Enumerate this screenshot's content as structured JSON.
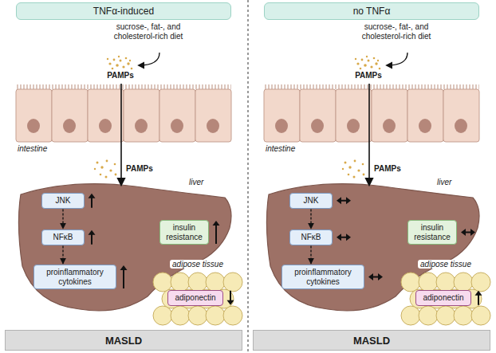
{
  "diagram": {
    "nodes": [
      {
        "text": [
          "TNFα-induced"
        ]
      },
      {
        "text": [
          "liver"
        ]
      },
      {
        "text": [
          "JNK"
        ],
        "in": 1
      },
      {
        "text": [
          "NFκB"
        ],
        "in": 1
      },
      {
        "text": [
          "proinflammatory cytokines"
        ],
        "in": 1
      },
      {
        "text": [
          "insulin resistance"
        ],
        "in": 1
      },
      {
        "text": [
          "adipose tissue"
        ]
      },
      {
        "text": [
          "adiponectin"
        ],
        "in": 6
      },
      {
        "text": [
          "MASLD"
        ]
      },
      {
        "text": [
          "no TNFα"
        ]
      },
      {
        "text": [
          "liver"
        ]
      },
      {
        "text": [
          "JNK"
        ],
        "in": 10
      },
      {
        "text": [
          "NFκB"
        ],
        "in": 10
      },
      {
        "text": [
          "proinflammatory cytokines"
        ],
        "in": 10
      },
      {
        "text": [
          "insulin resistance"
        ],
        "in": 10
      },
      {
        "text": [
          "adipose tissue"
        ]
      },
      {
        "text": [
          "adiponectin"
        ],
        "in": 15
      },
      {
        "text": [
          "MASLD"
        ]
      }
    ],
    "edges": [
      {
        "from": 2,
        "to": 3,
        "arrow": "to"
      },
      {
        "from": 3,
        "to": 4,
        "arrow": "to"
      },
      {
        "from": 11,
        "to": 12,
        "arrow": "to"
      },
      {
        "from": 12,
        "to": 13,
        "arrow": "to"
      }
    ],
    "labels": [
      "sucrose-, fat-, and cholesterol-rich diet",
      "PAMPs",
      "intestine",
      "PAMPs",
      "sucrose-, fat-, and cholesterol-rich diet",
      "PAMPs",
      "intestine",
      "PAMPs"
    ]
  }
}
